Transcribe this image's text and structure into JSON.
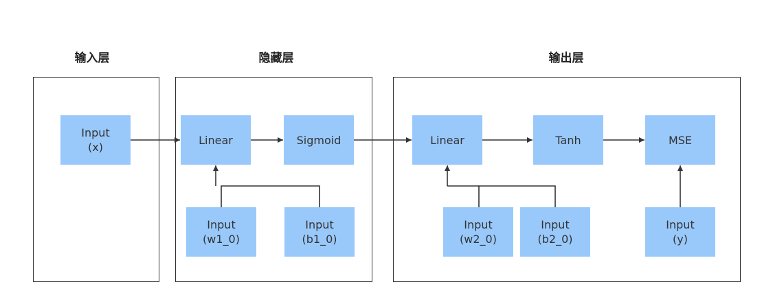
{
  "layers": {
    "input": "输入层",
    "hidden": "隐藏层",
    "output": "输出层"
  },
  "nodes": {
    "input_x": {
      "title": "Input",
      "arg": "(x)"
    },
    "hidden_linear": {
      "title": "Linear"
    },
    "sigmoid": {
      "title": "Sigmoid"
    },
    "input_w1": {
      "title": "Input",
      "arg": "(w1_0)"
    },
    "input_b1": {
      "title": "Input",
      "arg": "(b1_0)"
    },
    "output_linear": {
      "title": "Linear"
    },
    "tanh": {
      "title": "Tanh"
    },
    "mse": {
      "title": "MSE"
    },
    "input_w2": {
      "title": "Input",
      "arg": "(w2_0)"
    },
    "input_b2": {
      "title": "Input",
      "arg": "(b2_0)"
    },
    "input_y": {
      "title": "Input",
      "arg": "(y)"
    }
  },
  "colors": {
    "node_fill": "#99c9fb",
    "line": "#333333"
  }
}
